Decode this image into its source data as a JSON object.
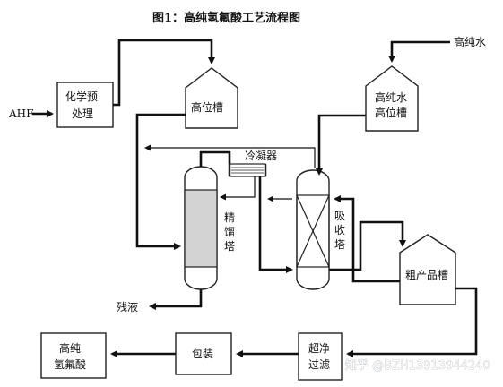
{
  "title": "图1：高纯氢氟酸工艺流程图",
  "labels": {
    "ahf": "AHF",
    "pretreat_1": "化学预",
    "pretreat_2": "处理",
    "high_tank": "高位槽",
    "pure_water_in": "高纯水",
    "water_tank_1": "高纯水",
    "water_tank_2": "高位槽",
    "condenser": "冷凝器",
    "rectifier_1": "精",
    "rectifier_2": "馏",
    "rectifier_3": "塔",
    "absorber_1": "吸",
    "absorber_2": "收",
    "absorber_3": "塔",
    "residue": "残液",
    "crude_tank": "粗产品槽",
    "ultra_1": "超净",
    "ultra_2": "过滤",
    "packing": "包装",
    "product_1": "高纯",
    "product_2": "氢氟酸"
  },
  "watermark": "知乎 @BZH13913944240"
}
